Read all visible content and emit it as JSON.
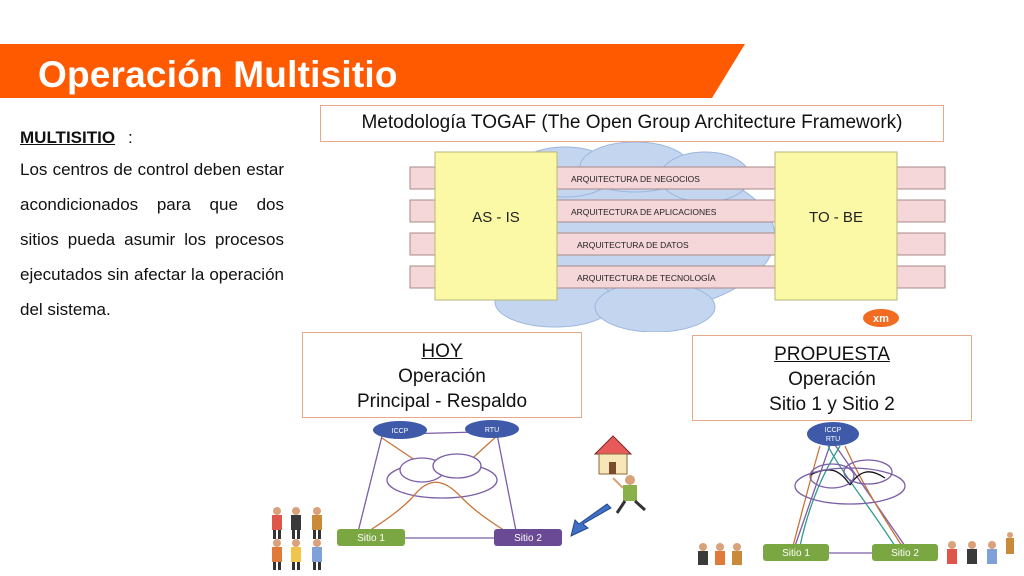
{
  "slide": {
    "title": "Operación Multisitio",
    "accent_color": "#ff5a00"
  },
  "left_text": {
    "heading": "MULTISITIO",
    "colon": ":",
    "body": "Los centros de control deben estar acondicionados para que dos sitios pueda asumir los procesos ejecutados sin afectar la operación del sistema."
  },
  "togaf": {
    "caption": "Metodología TOGAF (The Open Group Architecture Framework)",
    "as_is_label": "AS - IS",
    "to_be_label": "TO - BE",
    "layers": [
      "ARQUITECTURA DE NEGOCIOS",
      "ARQUITECTURA DE APLICACIONES",
      "ARQUITECTURA DE DATOS",
      "ARQUITECTURA DE TECNOLOGÍA"
    ],
    "logo_text": "xm"
  },
  "hoy": {
    "heading": "HOY",
    "line1": "Operación",
    "line2": "Principal - Respaldo",
    "node_iccp": "ICCP",
    "node_rtu": "RTU",
    "site1": "Sitio 1",
    "site2": "Sitio 2"
  },
  "propuesta": {
    "heading": "PROPUESTA",
    "line1": "Operación",
    "line2": "Sitio 1 y Sitio 2",
    "node_line1": "ICCP",
    "node_line2": "RTU",
    "site1": "Sitio 1",
    "site2": "Sitio 2"
  }
}
